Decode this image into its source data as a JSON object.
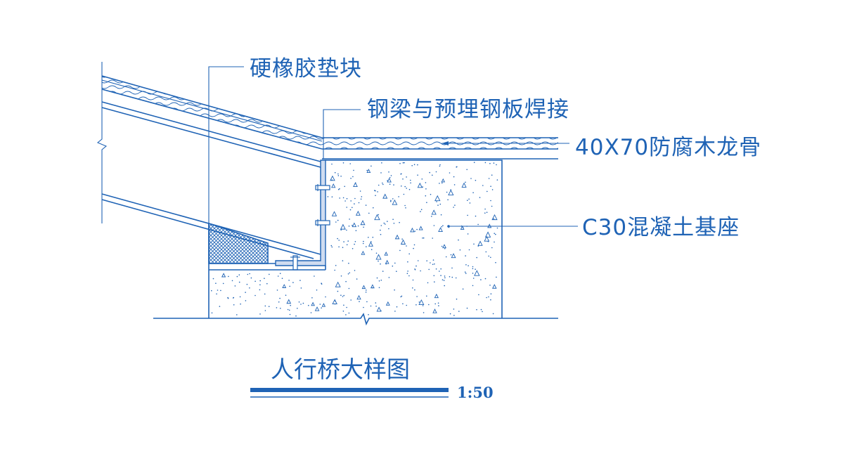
{
  "labels": {
    "rubber_pad": "硬橡胶垫块",
    "weld": "钢梁与预埋钢板焊接",
    "wood_joist": "40X70防腐木龙骨",
    "concrete": "C30混凝土基座"
  },
  "title": {
    "text": "人行桥大样图",
    "scale": "1:50"
  },
  "colors": {
    "line": "#1f63b5",
    "background": "#ffffff"
  }
}
